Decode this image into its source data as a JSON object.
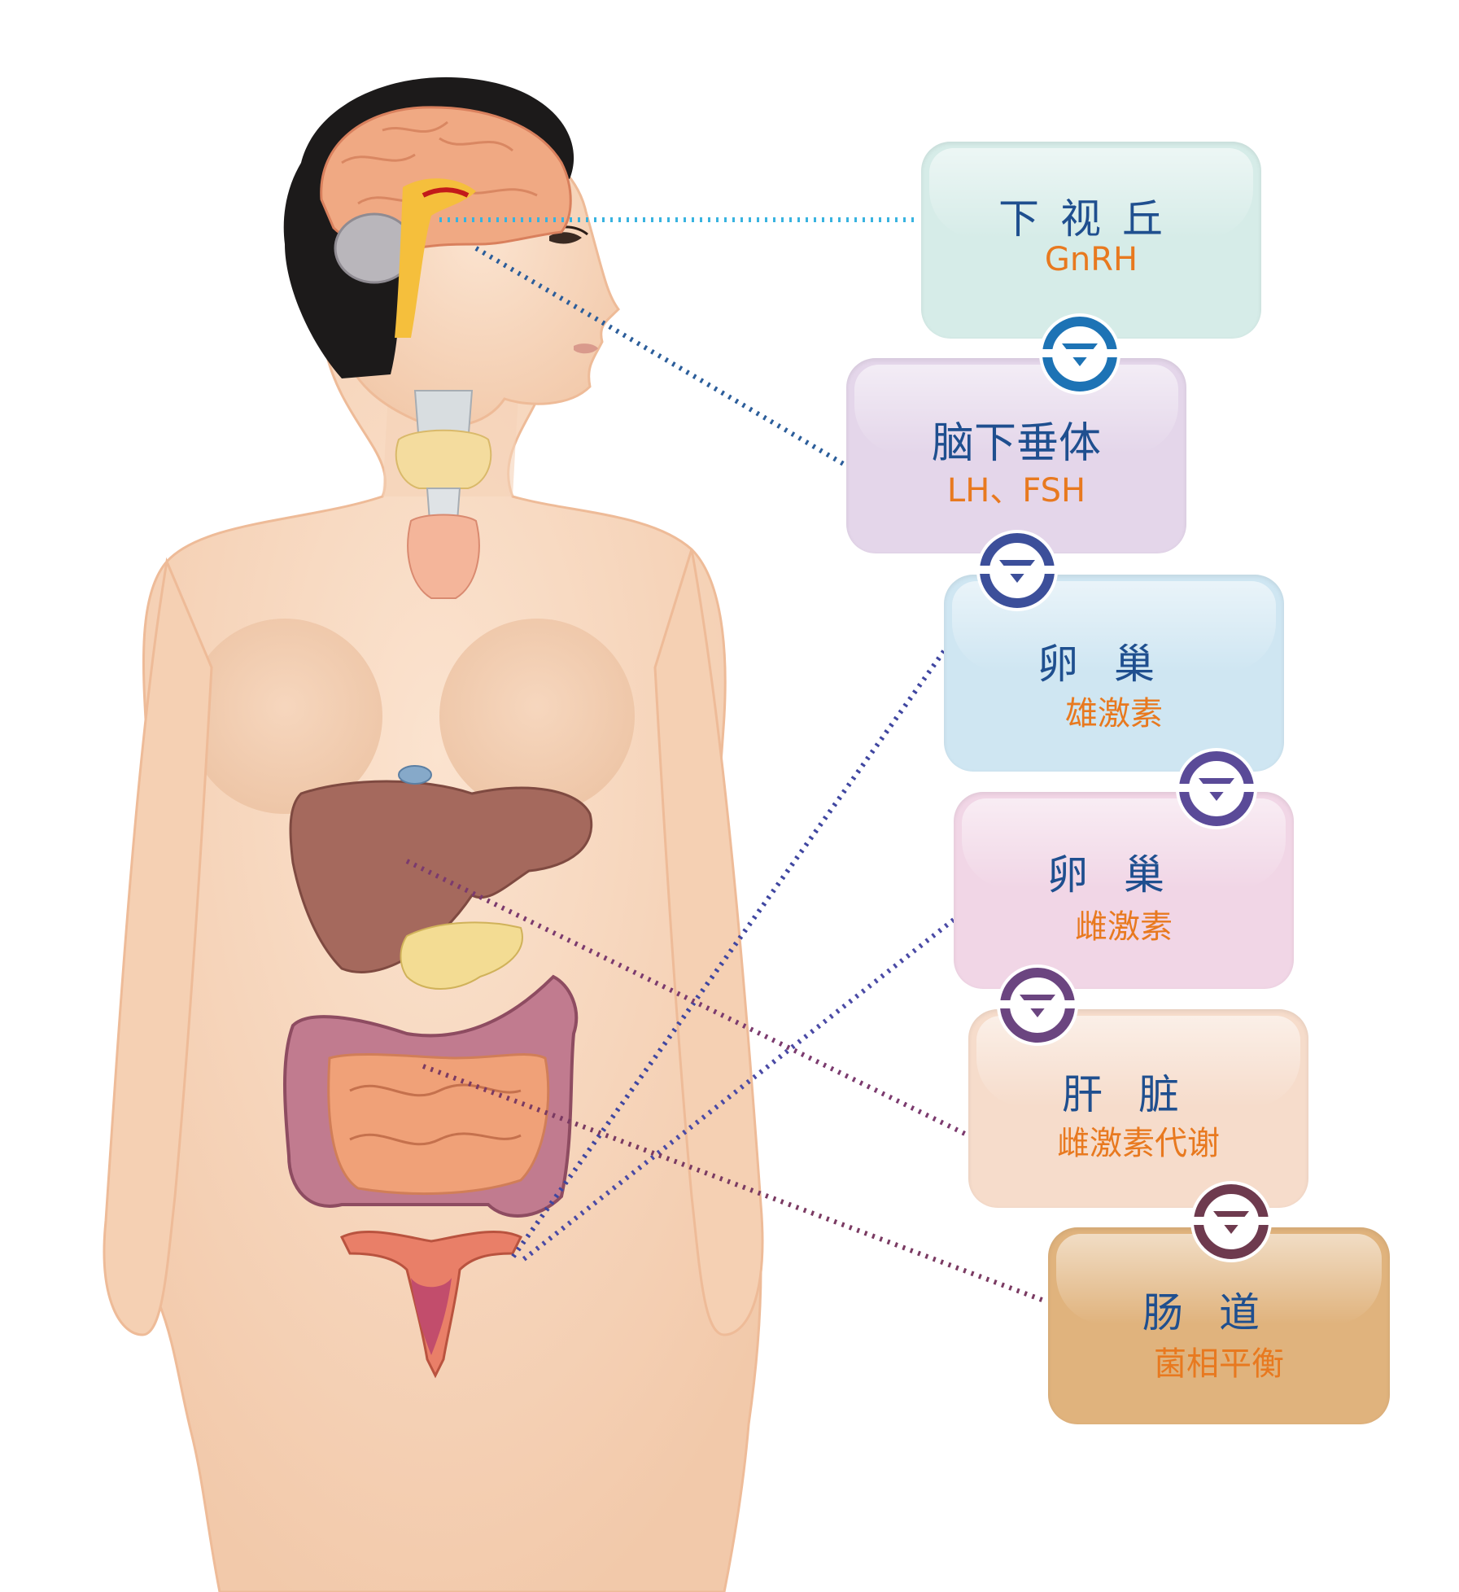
{
  "boxes": [
    {
      "title": "下视丘",
      "subtitle": "GnRH",
      "color": "#d6ece8"
    },
    {
      "title": "脑下垂体",
      "subtitle": "LH、FSH",
      "color": "#e4d6ea"
    },
    {
      "title": "卵巢",
      "subtitle": "雄激素",
      "color": "#cfe6f2"
    },
    {
      "title": "卵巢",
      "subtitle": "雌激素",
      "color": "#f1d6e6"
    },
    {
      "title": "肝脏",
      "subtitle": "雌激素代谢",
      "color": "#f6dccb"
    },
    {
      "title": "肠道",
      "subtitle": "菌相平衡",
      "color": "#e0b37d"
    }
  ],
  "arrow_colors": [
    "#1d73b5",
    "#3c4f9a",
    "#5a4a98",
    "#6b4580",
    "#6e3a4e"
  ],
  "line_colors": {
    "hypothalamus": "#38b3e0",
    "pituitary": "#2b5d9a",
    "ovary_androgen": "#3f46a0",
    "ovary_estrogen": "#4a4aa5",
    "liver": "#7b3a6e",
    "intestine": "#7a3a62"
  }
}
